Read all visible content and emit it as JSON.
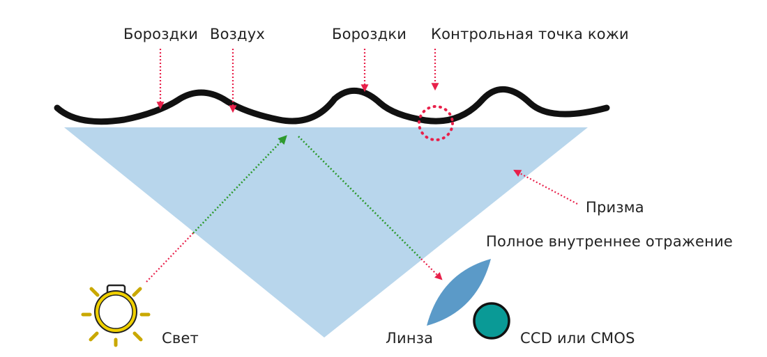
{
  "labels": {
    "ridges_left": "Бороздки",
    "air": "Воздух",
    "ridges_right": "Бороздки",
    "skin_checkpoint": "Контрольная точка кожи",
    "prism": "Призма",
    "total_internal_reflection": "Полное внутреннее отражение",
    "light": "Свет",
    "lens": "Линза",
    "sensor": "CCD или CMOS"
  },
  "colors": {
    "prism_fill": "#b8d6ec",
    "skin_line": "#111111",
    "pointer_red": "#e8204a",
    "ray_green": "#2e9a2e",
    "lens_fill": "#5b9ac8",
    "sensor_fill": "#0a9a96",
    "bulb_yellow": "#f0d000"
  },
  "icons": {
    "light": "light-bulb-icon",
    "lens": "lens-icon",
    "sensor": "sensor-icon"
  }
}
